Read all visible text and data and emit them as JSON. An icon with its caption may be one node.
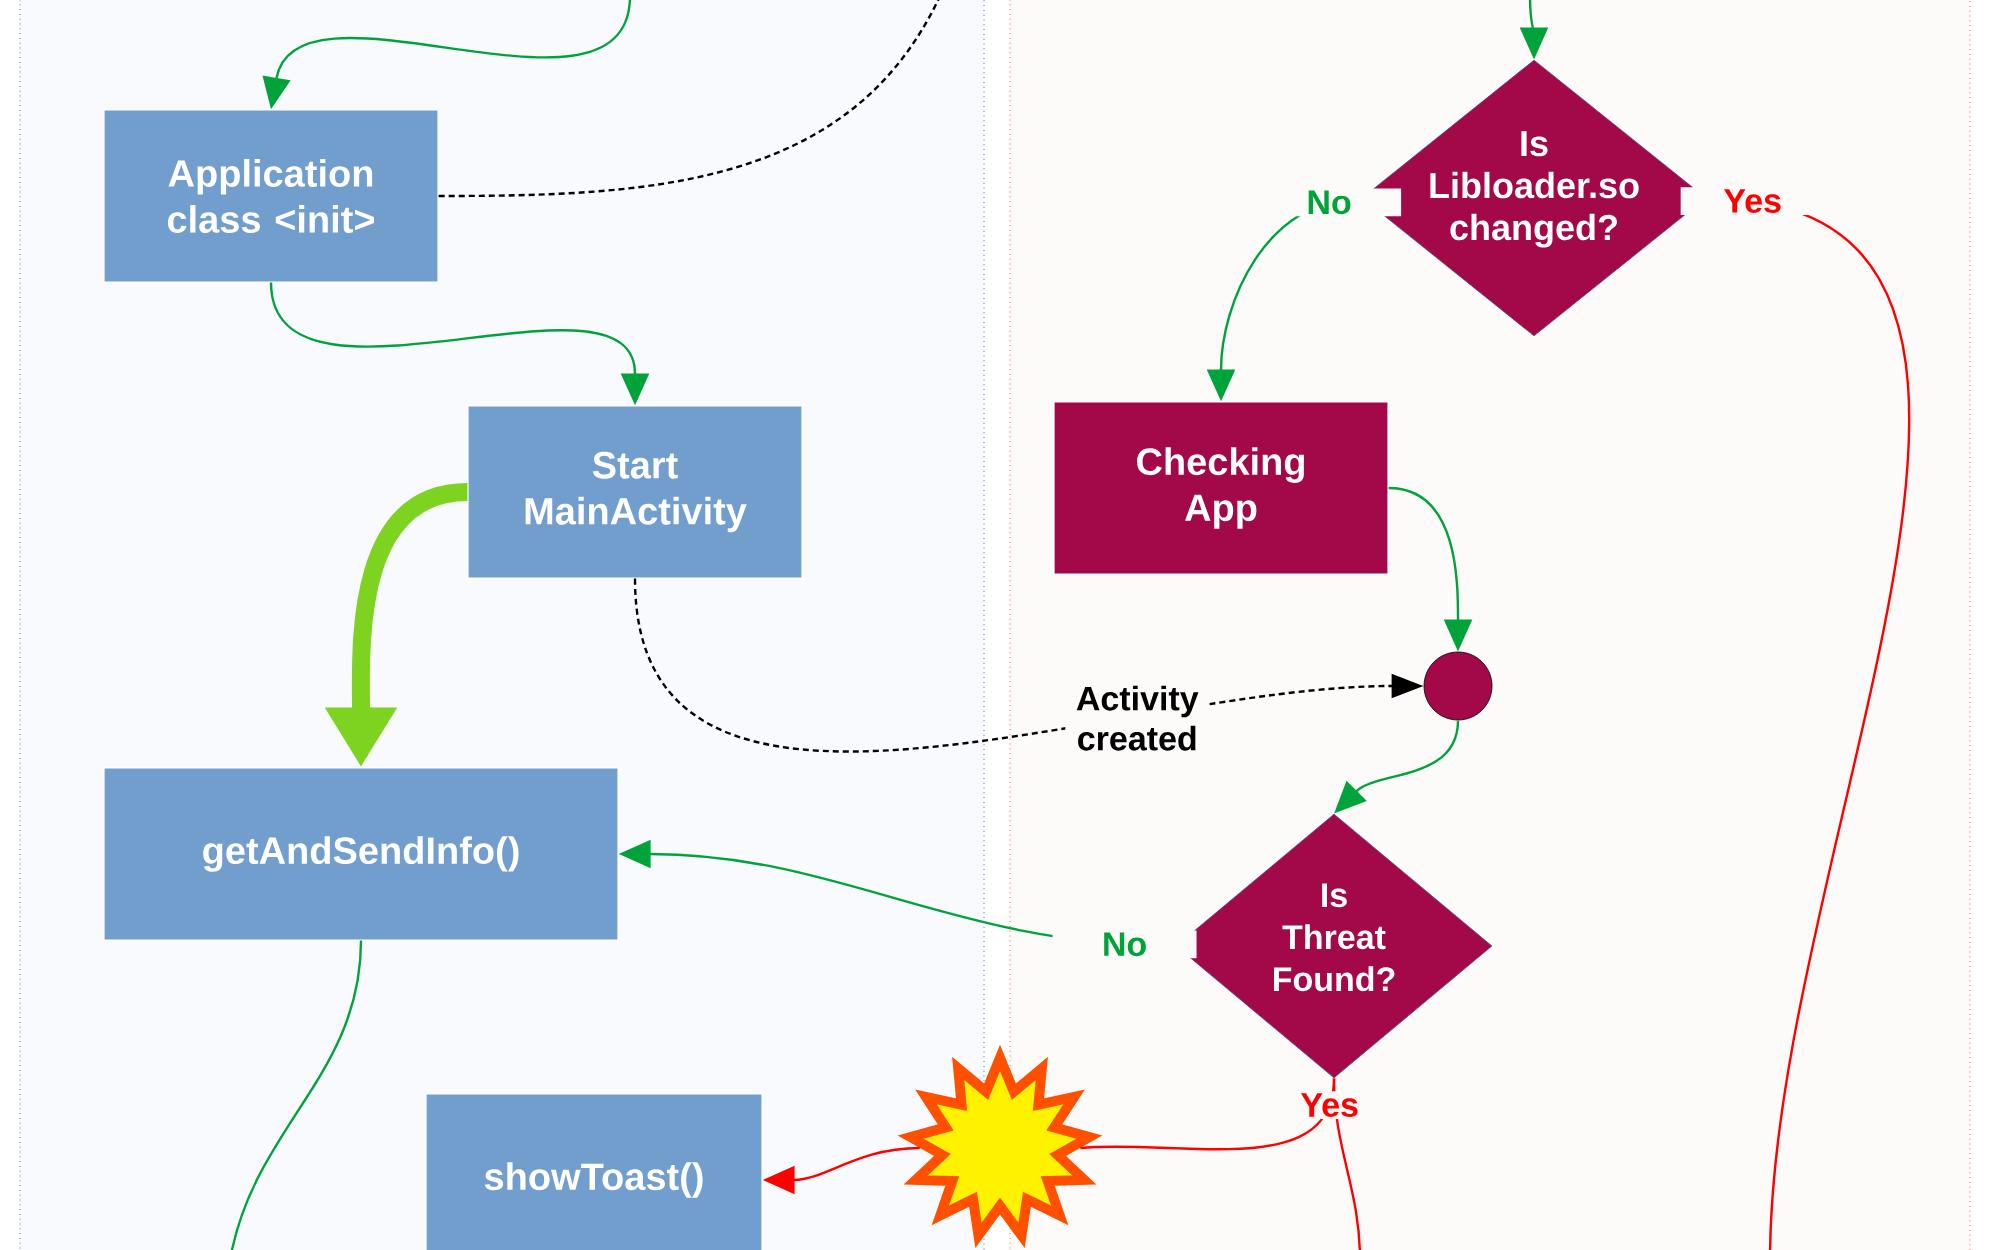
{
  "diagram": {
    "nodes": [
      {
        "text": [
          "Application class <init>"
        ]
      },
      {
        "text": [
          "Start MainActivity"
        ]
      },
      {
        "text": [
          "Is Libloader.so changed?"
        ]
      },
      {
        "text": [
          "Checking App"
        ]
      },
      {
        "text": [
          "getAndSendInfo()"
        ]
      },
      {
        "text": [],
        "shape": "circle"
      },
      {
        "text": [
          "Is Threat Found?"
        ]
      },
      {
        "text": [
          "showToast()"
        ]
      },
      {
        "text": [],
        "shape": "burst"
      }
    ],
    "edges": [
      {
        "from": null,
        "to": 0,
        "arrow": "to"
      },
      {
        "from": null,
        "to": 2,
        "arrow": "to"
      },
      {
        "from": 0,
        "to": null,
        "arrow": "none",
        "style": "dashed",
        "color": "#000000"
      },
      {
        "from": 0,
        "to": 1,
        "arrow": "to"
      },
      {
        "from": 1,
        "to": 4,
        "arrow": "to",
        "style": "thick",
        "color": "#7ed321"
      },
      {
        "from": 1,
        "to": 5,
        "arrow": "to",
        "style": "dashed",
        "color": "#000000",
        "label": "Activity created"
      },
      {
        "from": 2,
        "to": 3,
        "arrow": "to",
        "label": "No"
      },
      {
        "from": 2,
        "to": null,
        "arrow": "none",
        "color": "#ff0000",
        "label": "Yes"
      },
      {
        "from": 3,
        "to": 5,
        "arrow": "to"
      },
      {
        "from": 5,
        "to": 6,
        "arrow": "to"
      },
      {
        "from": 6,
        "to": 4,
        "arrow": "to",
        "label": "No"
      },
      {
        "from": 6,
        "to": 8,
        "arrow": "none",
        "color": "#ff0000",
        "label": "Yes"
      },
      {
        "from": 6,
        "to": null,
        "arrow": "none",
        "color": "#ff0000"
      },
      {
        "from": 8,
        "to": 7,
        "arrow": "to",
        "color": "#ff0000"
      },
      {
        "from": 4,
        "to": null,
        "arrow": "none"
      }
    ]
  }
}
